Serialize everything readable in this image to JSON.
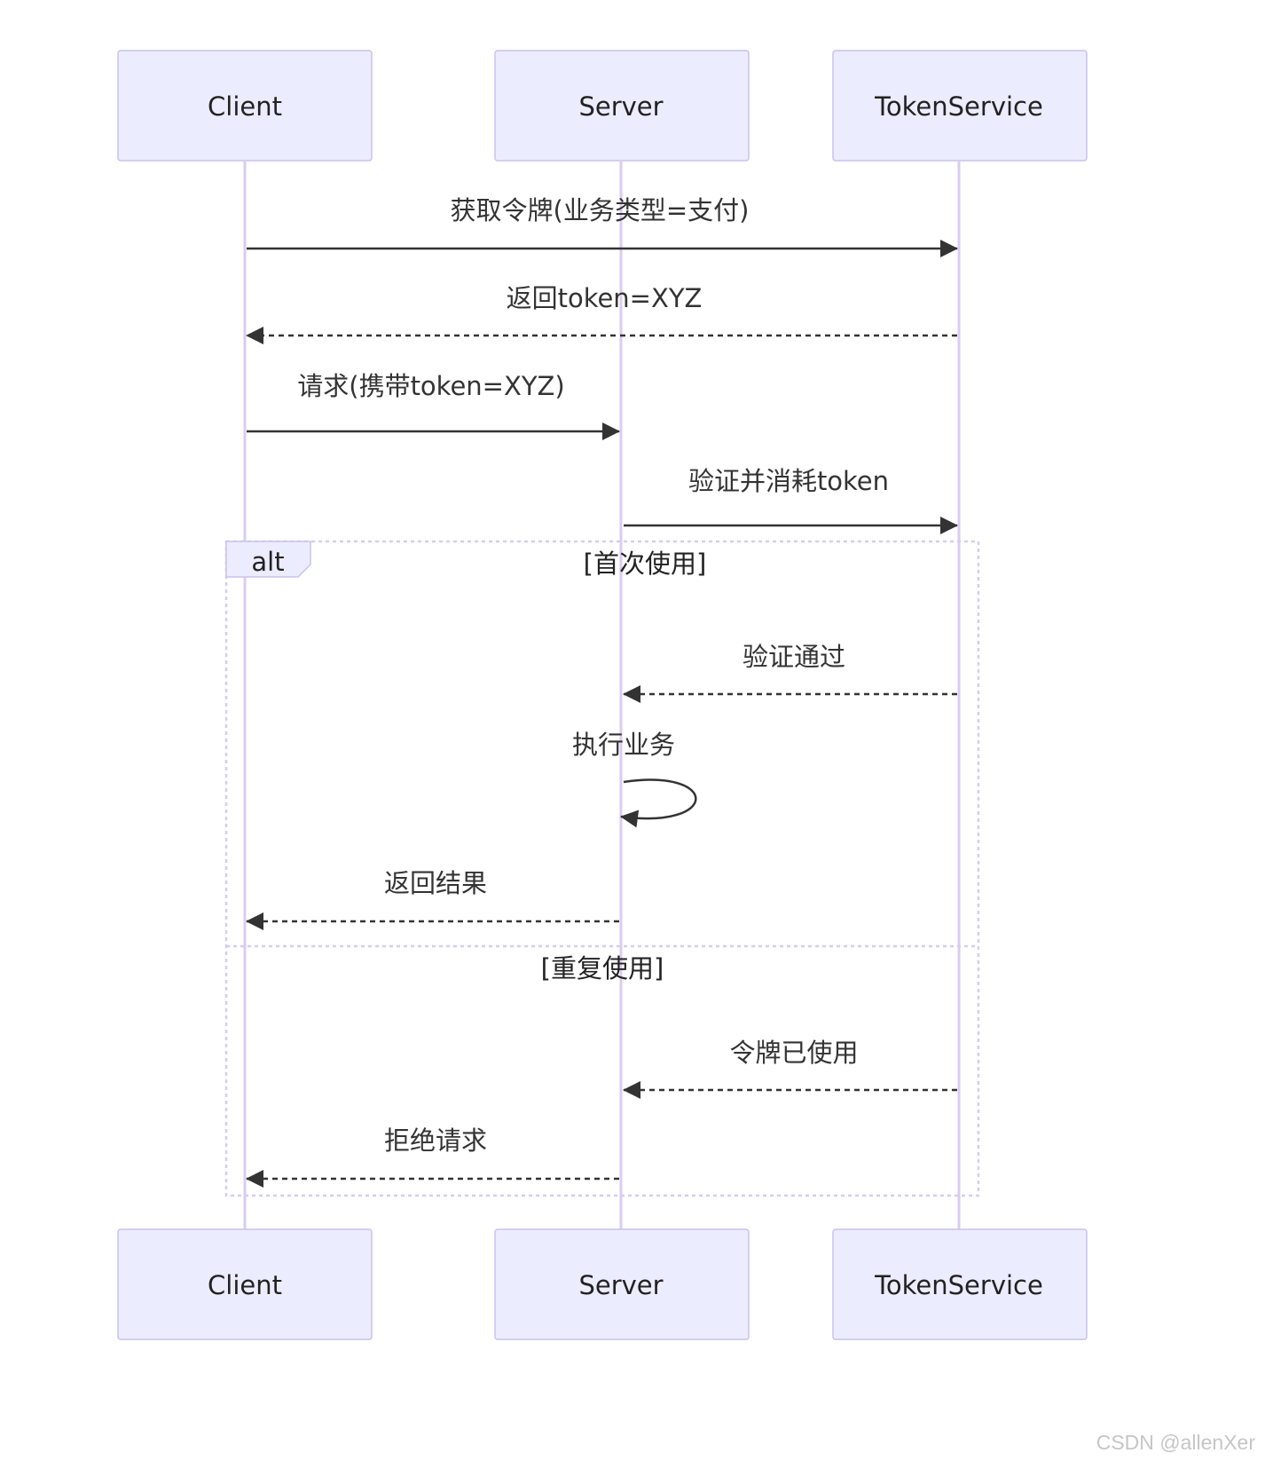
{
  "actors": [
    {
      "id": "client",
      "label": "Client"
    },
    {
      "id": "server",
      "label": "Server"
    },
    {
      "id": "token",
      "label": "TokenService"
    }
  ],
  "messages": [
    {
      "id": "get-token",
      "from": "client",
      "to": "token",
      "text": "获取令牌(业务类型=支付)",
      "style": "solid"
    },
    {
      "id": "return-token",
      "from": "token",
      "to": "client",
      "text": "返回token=XYZ",
      "style": "dashed"
    },
    {
      "id": "request",
      "from": "client",
      "to": "server",
      "text": "请求(携带token=XYZ)",
      "style": "solid"
    },
    {
      "id": "verify-consume",
      "from": "server",
      "to": "token",
      "text": "验证并消耗token",
      "style": "solid"
    },
    {
      "id": "verify-ok",
      "from": "token",
      "to": "server",
      "text": "验证通过",
      "style": "dashed"
    },
    {
      "id": "execute",
      "from": "server",
      "to": "server",
      "text": "执行业务",
      "style": "solid"
    },
    {
      "id": "return-result",
      "from": "server",
      "to": "client",
      "text": "返回结果",
      "style": "dashed"
    },
    {
      "id": "token-used",
      "from": "token",
      "to": "server",
      "text": "令牌已使用",
      "style": "dashed"
    },
    {
      "id": "reject",
      "from": "server",
      "to": "client",
      "text": "拒绝请求",
      "style": "dashed"
    }
  ],
  "alt": {
    "keyword": "alt",
    "first_condition": "[首次使用]",
    "second_condition": "[重复使用]"
  },
  "watermark": "CSDN @allenXer",
  "colors": {
    "actor_fill": "#ececff",
    "actor_border": "#c9c2ee",
    "lifeline": "#d8ccf1",
    "arrow": "#333333",
    "frame_border": "#d5cdf1"
  }
}
